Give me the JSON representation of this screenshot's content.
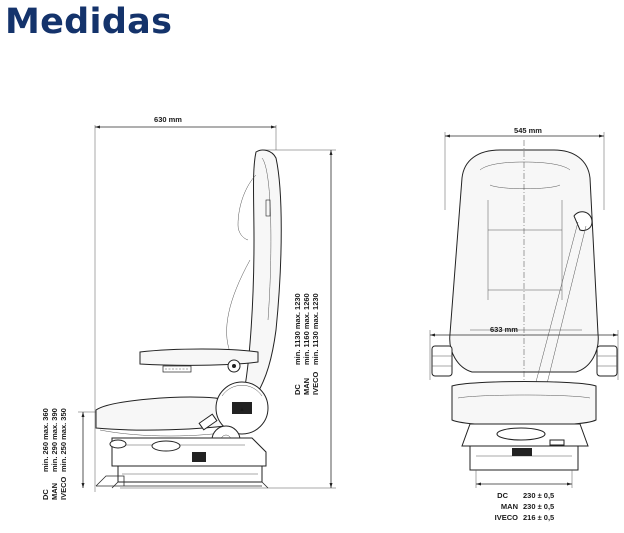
{
  "header": {
    "title": "Medidas"
  },
  "side_view": {
    "width_label": "630 mm",
    "height_rows": [
      {
        "brand": "DC",
        "range": "min. 1130 max. 1230"
      },
      {
        "brand": "MAN",
        "range": "min. 1160 max. 1260"
      },
      {
        "brand": "IVECO",
        "range": "min. 1130 max. 1230"
      }
    ],
    "cushion_rows": [
      {
        "brand": "DC",
        "range": "min. 260 max. 360"
      },
      {
        "brand": "MAN",
        "range": "min. 290 max. 390"
      },
      {
        "brand": "IVECO",
        "range": "min. 250 max. 350"
      }
    ]
  },
  "front_view": {
    "width_label": "545 mm",
    "inner_label": "633 mm",
    "rail_rows": [
      {
        "brand": "DC",
        "value": "230 ± 0,5"
      },
      {
        "brand": "MAN",
        "value": "230 ± 0,5"
      },
      {
        "brand": "IVECO",
        "value": "216 ± 0,5"
      }
    ]
  }
}
